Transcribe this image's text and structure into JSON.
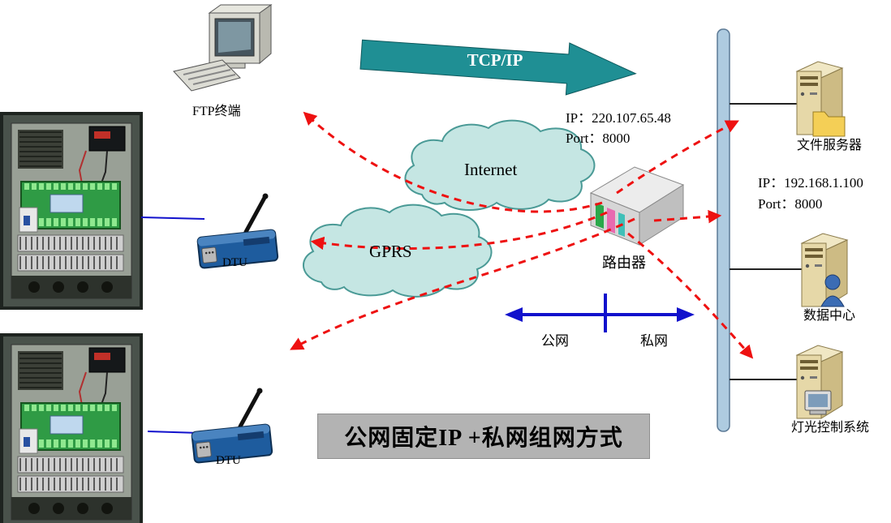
{
  "labels": {
    "tcp": "TCP/IP",
    "internet": "Internet",
    "gprs": "GPRS",
    "ftp_terminal": "FTP终端",
    "dtu_top": "DTU",
    "dtu_bottom": "DTU",
    "router": "路由器",
    "router_ip": "IP：220.107.65.48",
    "router_port": "Port：8000",
    "lan_ip": "IP：192.168.1.100",
    "lan_port": "Port：8000",
    "file_server": "文件服务器",
    "data_center": "数据中心",
    "light_control": "灯光控制系统",
    "public_net": "公网",
    "private_net": "私网",
    "caption": "公网固定IP +私网组网方式"
  },
  "colors": {
    "tcp_arrow": "#1f8f94",
    "cloud_fill": "#c5e6e3",
    "cloud_stroke": "#4a9a96",
    "dashed_arrow": "#ee1111",
    "blue_line": "#1111cc",
    "caption_bg": "#b3b3b3",
    "backbone_bar": "#aecbe0"
  }
}
